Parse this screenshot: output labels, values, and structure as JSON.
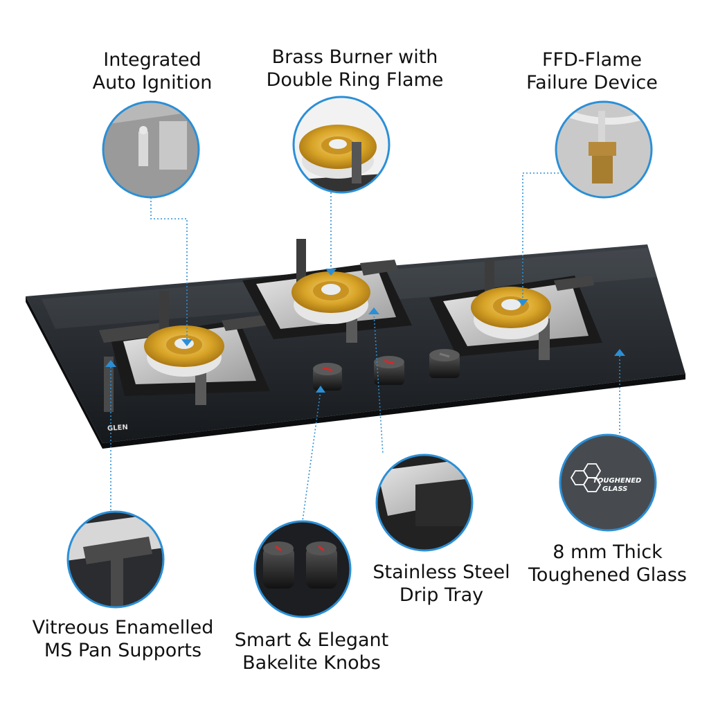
{
  "callouts": {
    "auto_ignition": [
      "Integrated",
      "Auto Ignition"
    ],
    "brass_burner": [
      "Brass Burner with",
      "Double Ring Flame"
    ],
    "ffd": [
      "FFD-Flame",
      "Failure Device"
    ],
    "pan_supports": [
      "Vitreous Enamelled",
      "MS Pan Supports"
    ],
    "knobs": [
      "Smart & Elegant",
      "Bakelite Knobs"
    ],
    "drip_tray": [
      "Stainless Steel",
      "Drip Tray"
    ],
    "glass": [
      "8 mm Thick",
      "Toughened Glass"
    ]
  },
  "badge": {
    "line1": "TOUGHENED",
    "line2": "GLASS"
  },
  "brand": "GLEN",
  "colors": {
    "accent": "#2b8fd6",
    "glass": "#262a2f",
    "brass": "#d9a528",
    "steel": "#b9b9b9",
    "pan_support": "#4a4a4a"
  }
}
